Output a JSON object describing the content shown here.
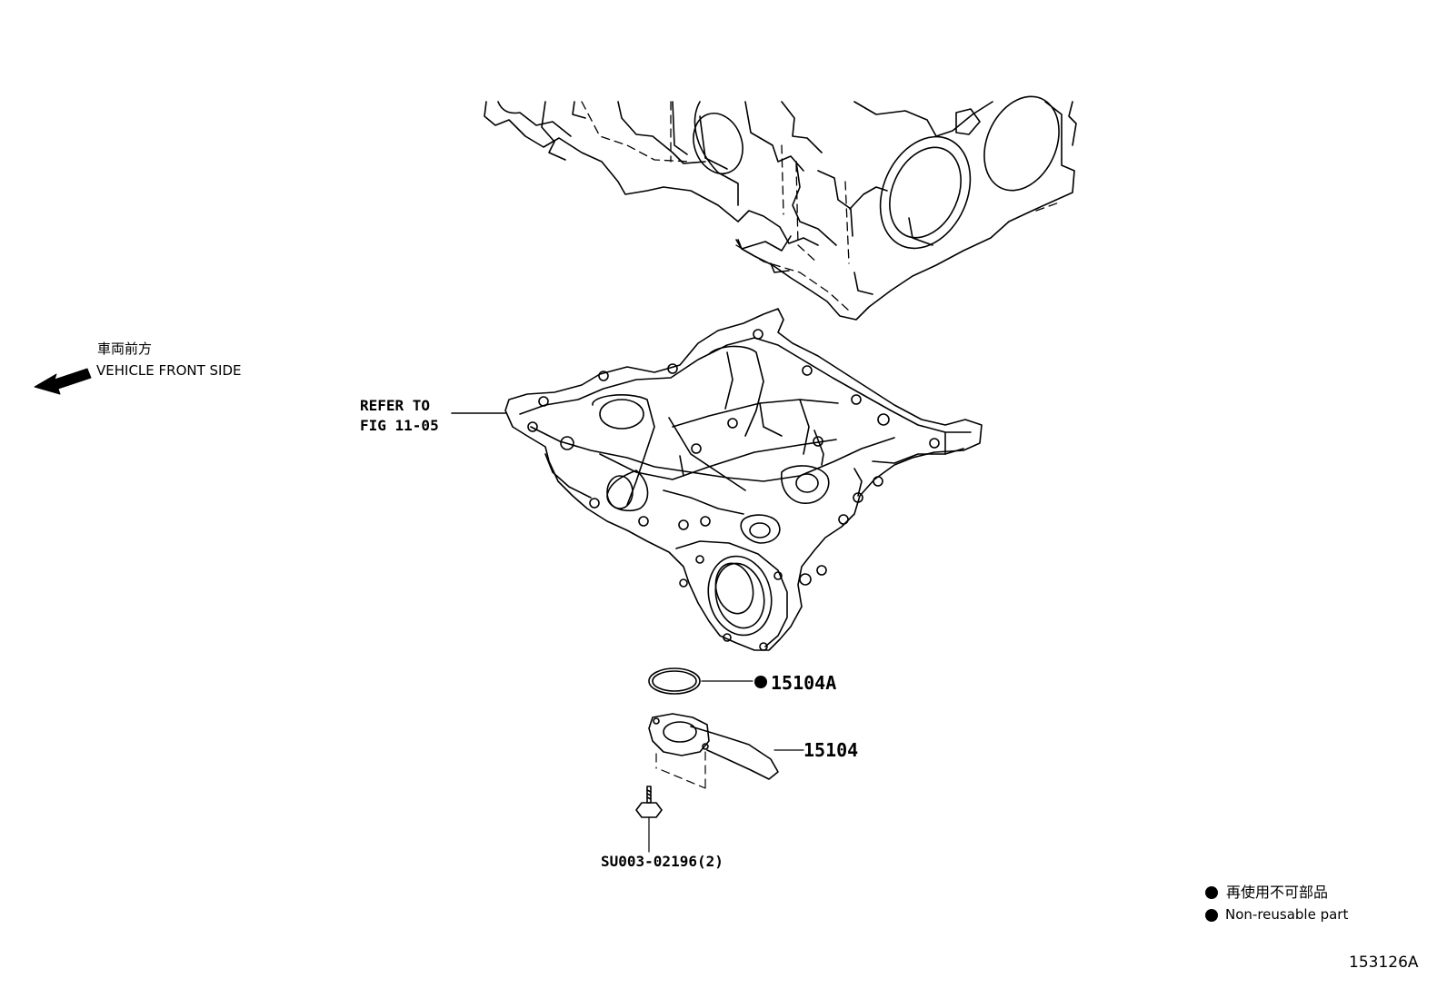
{
  "direction": {
    "label_jp": "車両前方",
    "label_en": "VEHICLE FRONT SIDE"
  },
  "refer": {
    "line1": "REFER TO",
    "line2": "FIG 11-05"
  },
  "callouts": {
    "gasket": "15104A",
    "strainer": "15104",
    "bolt": "SU003-02196(2)"
  },
  "legend": {
    "label_jp": "再使用不可部品",
    "label_en": "Non-reusable part"
  },
  "figure_number": "153126A",
  "colors": {
    "line": "#000000",
    "background": "#ffffff"
  }
}
